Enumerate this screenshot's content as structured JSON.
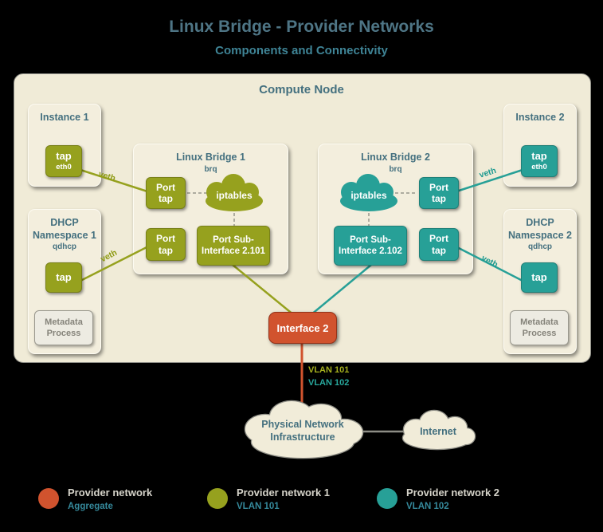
{
  "header": {
    "title": "Linux Bridge - Provider Networks",
    "subtitle": "Components and Connectivity"
  },
  "compute_node": {
    "label": "Compute Node",
    "instance_1": {
      "title": "Instance 1",
      "tap_label": "tap",
      "eth_label": "eth0"
    },
    "dhcp_namespace_1": {
      "title": "DHCP Namespace 1",
      "process": "qdhcp",
      "tap_label": "tap",
      "metadata_label": "Metadata Process"
    },
    "linux_bridge_1": {
      "title": "Linux Bridge 1",
      "process": "brq",
      "port_tap_top": "Port tap",
      "port_tap_bottom": "Port tap",
      "iptables_label": "iptables",
      "sub_interface_label": "Port Sub-Interface 2.101"
    },
    "linux_bridge_2": {
      "title": "Linux Bridge 2",
      "process": "brq",
      "port_tap_top": "Port tap",
      "port_tap_bottom": "Port tap",
      "iptables_label": "iptables",
      "sub_interface_label": "Port Sub-Interface 2.102"
    },
    "instance_2": {
      "title": "Instance 2",
      "tap_label": "tap",
      "eth_label": "eth0"
    },
    "dhcp_namespace_2": {
      "title": "DHCP Namespace 2",
      "process": "qdhcp",
      "tap_label": "tap",
      "metadata_label": "Metadata Process"
    },
    "interface_2_label": "Interface 2"
  },
  "connections": {
    "veth_label": "veth",
    "vlan_101_label": "VLAN 101",
    "vlan_102_label": "VLAN 102"
  },
  "external_network": {
    "physical_label": "Physical Network Infrastructure",
    "internet_label": "Internet"
  },
  "legend": [
    {
      "label": "Provider network",
      "sublabel": "Aggregate",
      "color": "#d1532e"
    },
    {
      "label": "Provider network 1",
      "sublabel": "VLAN 101",
      "color": "#96a11e"
    },
    {
      "label": "Provider network 2",
      "sublabel": "VLAN 102",
      "color": "#27a097"
    }
  ],
  "colors": {
    "background": "#000000",
    "panel_cream": "#f3eedd",
    "heading_teal": "#44707f",
    "aggregate_orange": "#d1532e",
    "provider1_olive": "#96a11e",
    "provider2_teal": "#27a097"
  }
}
